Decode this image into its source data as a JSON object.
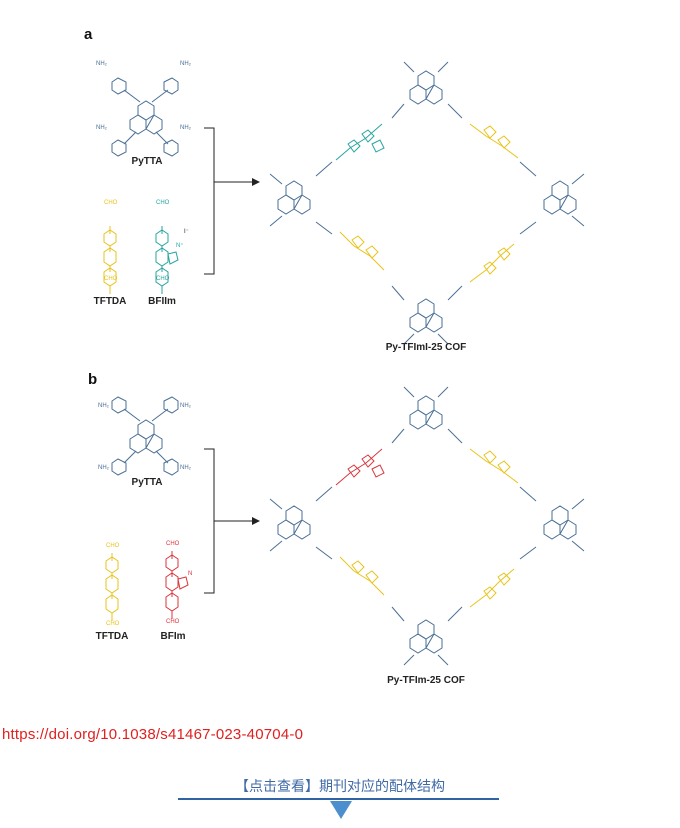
{
  "panel_a": {
    "letter": "a",
    "labels": {
      "pytta": "PyTTA",
      "tftda": "TFTDA",
      "bfiim": "BFIIm",
      "product": "Py-TFImI-25 COF"
    },
    "groups": {
      "nh2": "NH₂",
      "cho": "CHO",
      "iodide": "I⁻",
      "nplus": "N⁺",
      "n": "N"
    }
  },
  "panel_b": {
    "letter": "b",
    "labels": {
      "pytta": "PyTTA",
      "tftda": "TFTDA",
      "bfim": "BFIm",
      "product": "Py-TFIm-25 COF"
    },
    "groups": {
      "nh2": "NH₂",
      "cho": "CHO",
      "n": "N"
    }
  },
  "doi": "https://doi.org/10.1038/s41467-023-40704-0",
  "link": {
    "title": "【点击查看】期刊对应的配体结构"
  },
  "colors": {
    "pyrene": "#4a6f95",
    "tftda": "#e8c31b",
    "bfiim": "#27a5a0",
    "bfim": "#d9363e",
    "doi": "#e02020",
    "link_text": "#3f6aa6",
    "link_rule": "#2f63a3",
    "arrow": "#4b8fce"
  }
}
